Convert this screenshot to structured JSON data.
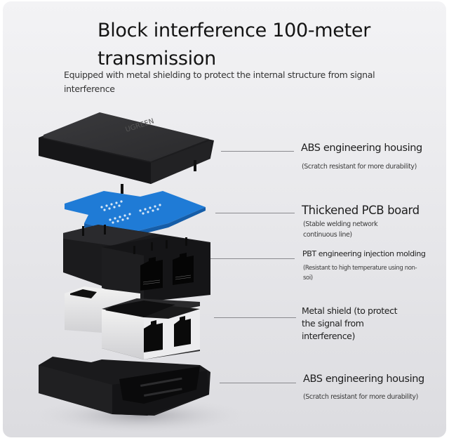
{
  "header": {
    "title": "Block interference 100-meter transmission",
    "subtitle": "Equipped with metal shielding to protect the internal structure from signal interference"
  },
  "product": {
    "brand_logo": "UGREEN",
    "illustration": "exploded-view-rj45-coupler",
    "colors": {
      "housing": "#1c1c1e",
      "pcb": "#1f7bd6",
      "metal_shield": "#e6e6e6",
      "background": "#e9e9ec"
    }
  },
  "callouts": [
    {
      "label": "ABS engineering housing",
      "detail": "(Scratch resistant for more durability)"
    },
    {
      "label": "Thickened PCB board",
      "detail": "(Stable welding network continuous line)"
    },
    {
      "label": "PBT engineering injection molding",
      "detail": "(Resistant to high temperature using non-soi)"
    },
    {
      "label": "Metal shield (to protect the signal from interference)",
      "detail": ""
    },
    {
      "label": "ABS engineering housing",
      "detail": "(Scratch resistant for more durability)"
    }
  ]
}
